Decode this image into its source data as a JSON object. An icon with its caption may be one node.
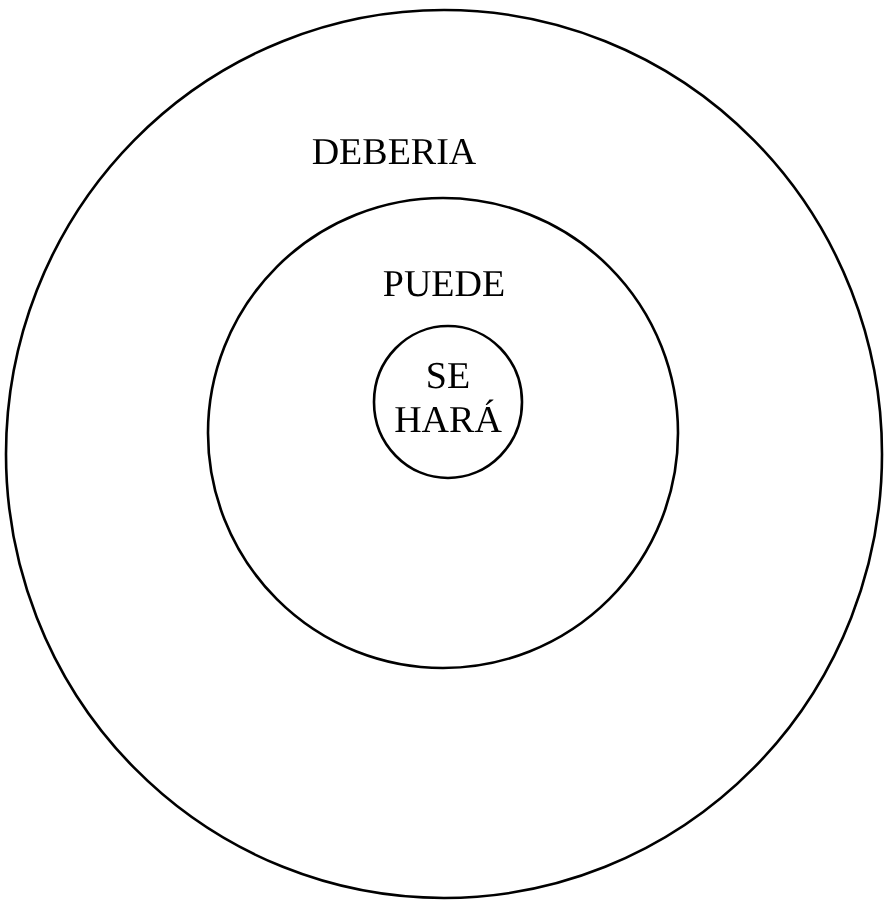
{
  "diagram": {
    "nodes": [
      {
        "text": [
          "DEBERIA"
        ]
      },
      {
        "text": [
          "PUEDE"
        ],
        "in": 0
      },
      {
        "text": [
          "SE HARÁ"
        ],
        "in": 1
      }
    ]
  }
}
